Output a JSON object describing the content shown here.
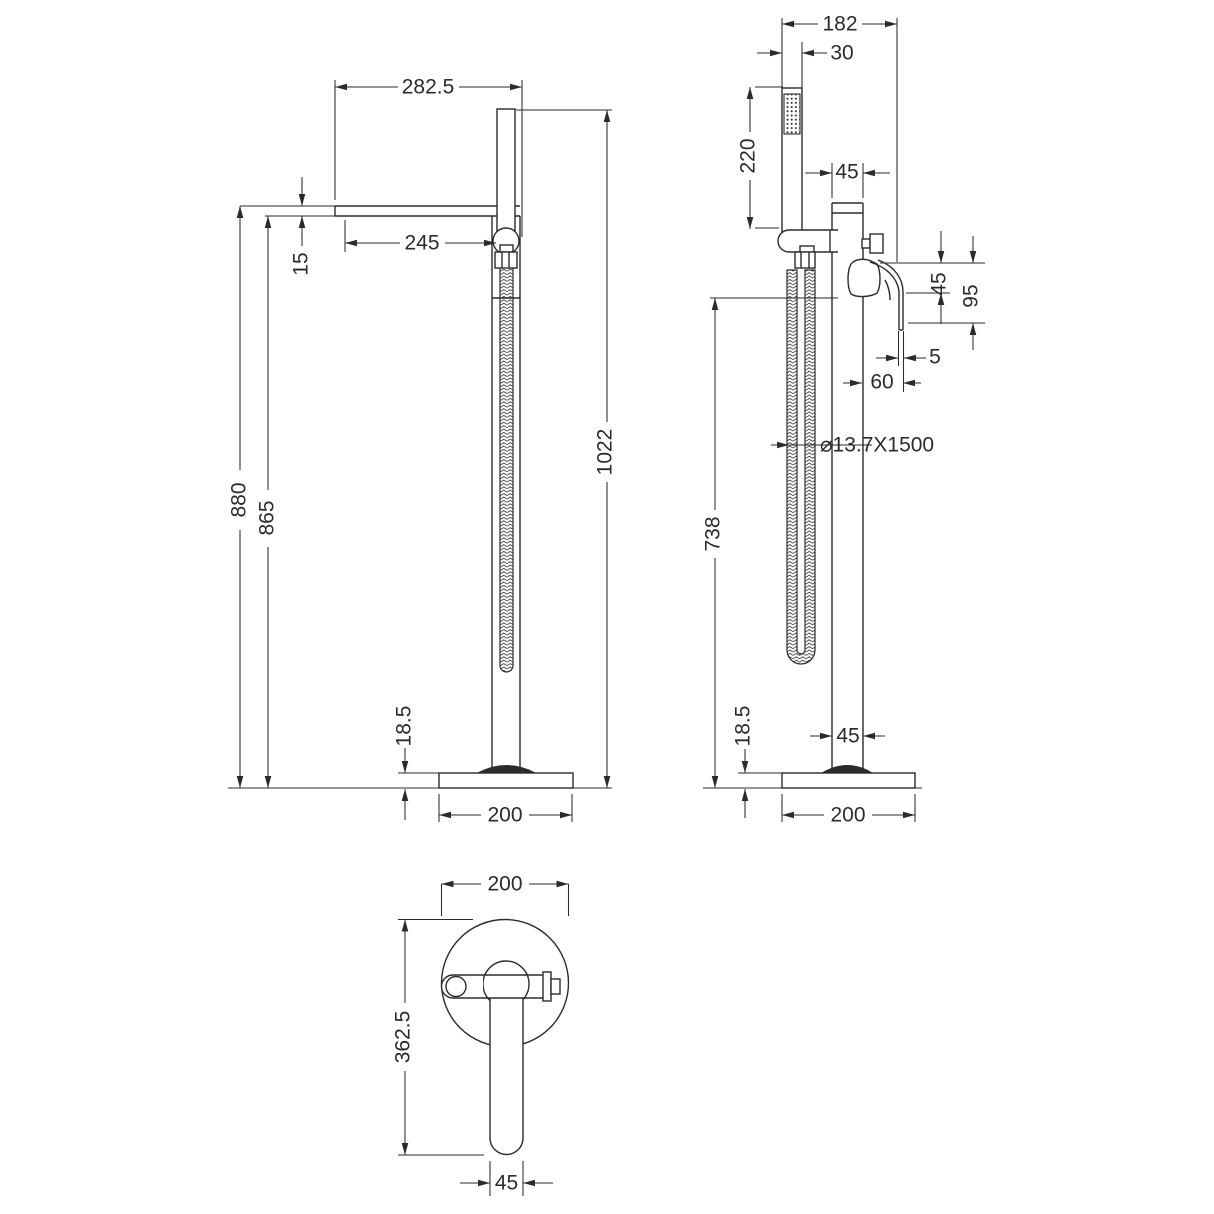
{
  "dims": {
    "front": {
      "spout_reach": "282.5",
      "spout_tip_to_hose": "245",
      "spout_thickness": "15",
      "spout_top_height": "880",
      "spout_underside_height": "865",
      "overall_height": "1022",
      "base_thickness": "18.5",
      "base_diameter": "200"
    },
    "side": {
      "handset_to_lever": "182",
      "handset_width": "30",
      "handset_length": "220",
      "column_diameter_top": "45",
      "handle_height": "45",
      "handle_span": "95",
      "lever_thickness": "5",
      "lever_projection": "60",
      "hose_spec": "⌀13.7X1500",
      "spout_underside_height": "738",
      "base_thickness": "18.5",
      "column_diameter": "45",
      "base_diameter": "200"
    },
    "plan": {
      "base_diameter": "200",
      "overall_depth": "362.5",
      "spout_width": "45"
    }
  },
  "colors": {
    "line": "#2b2b2b",
    "background": "#ffffff"
  }
}
